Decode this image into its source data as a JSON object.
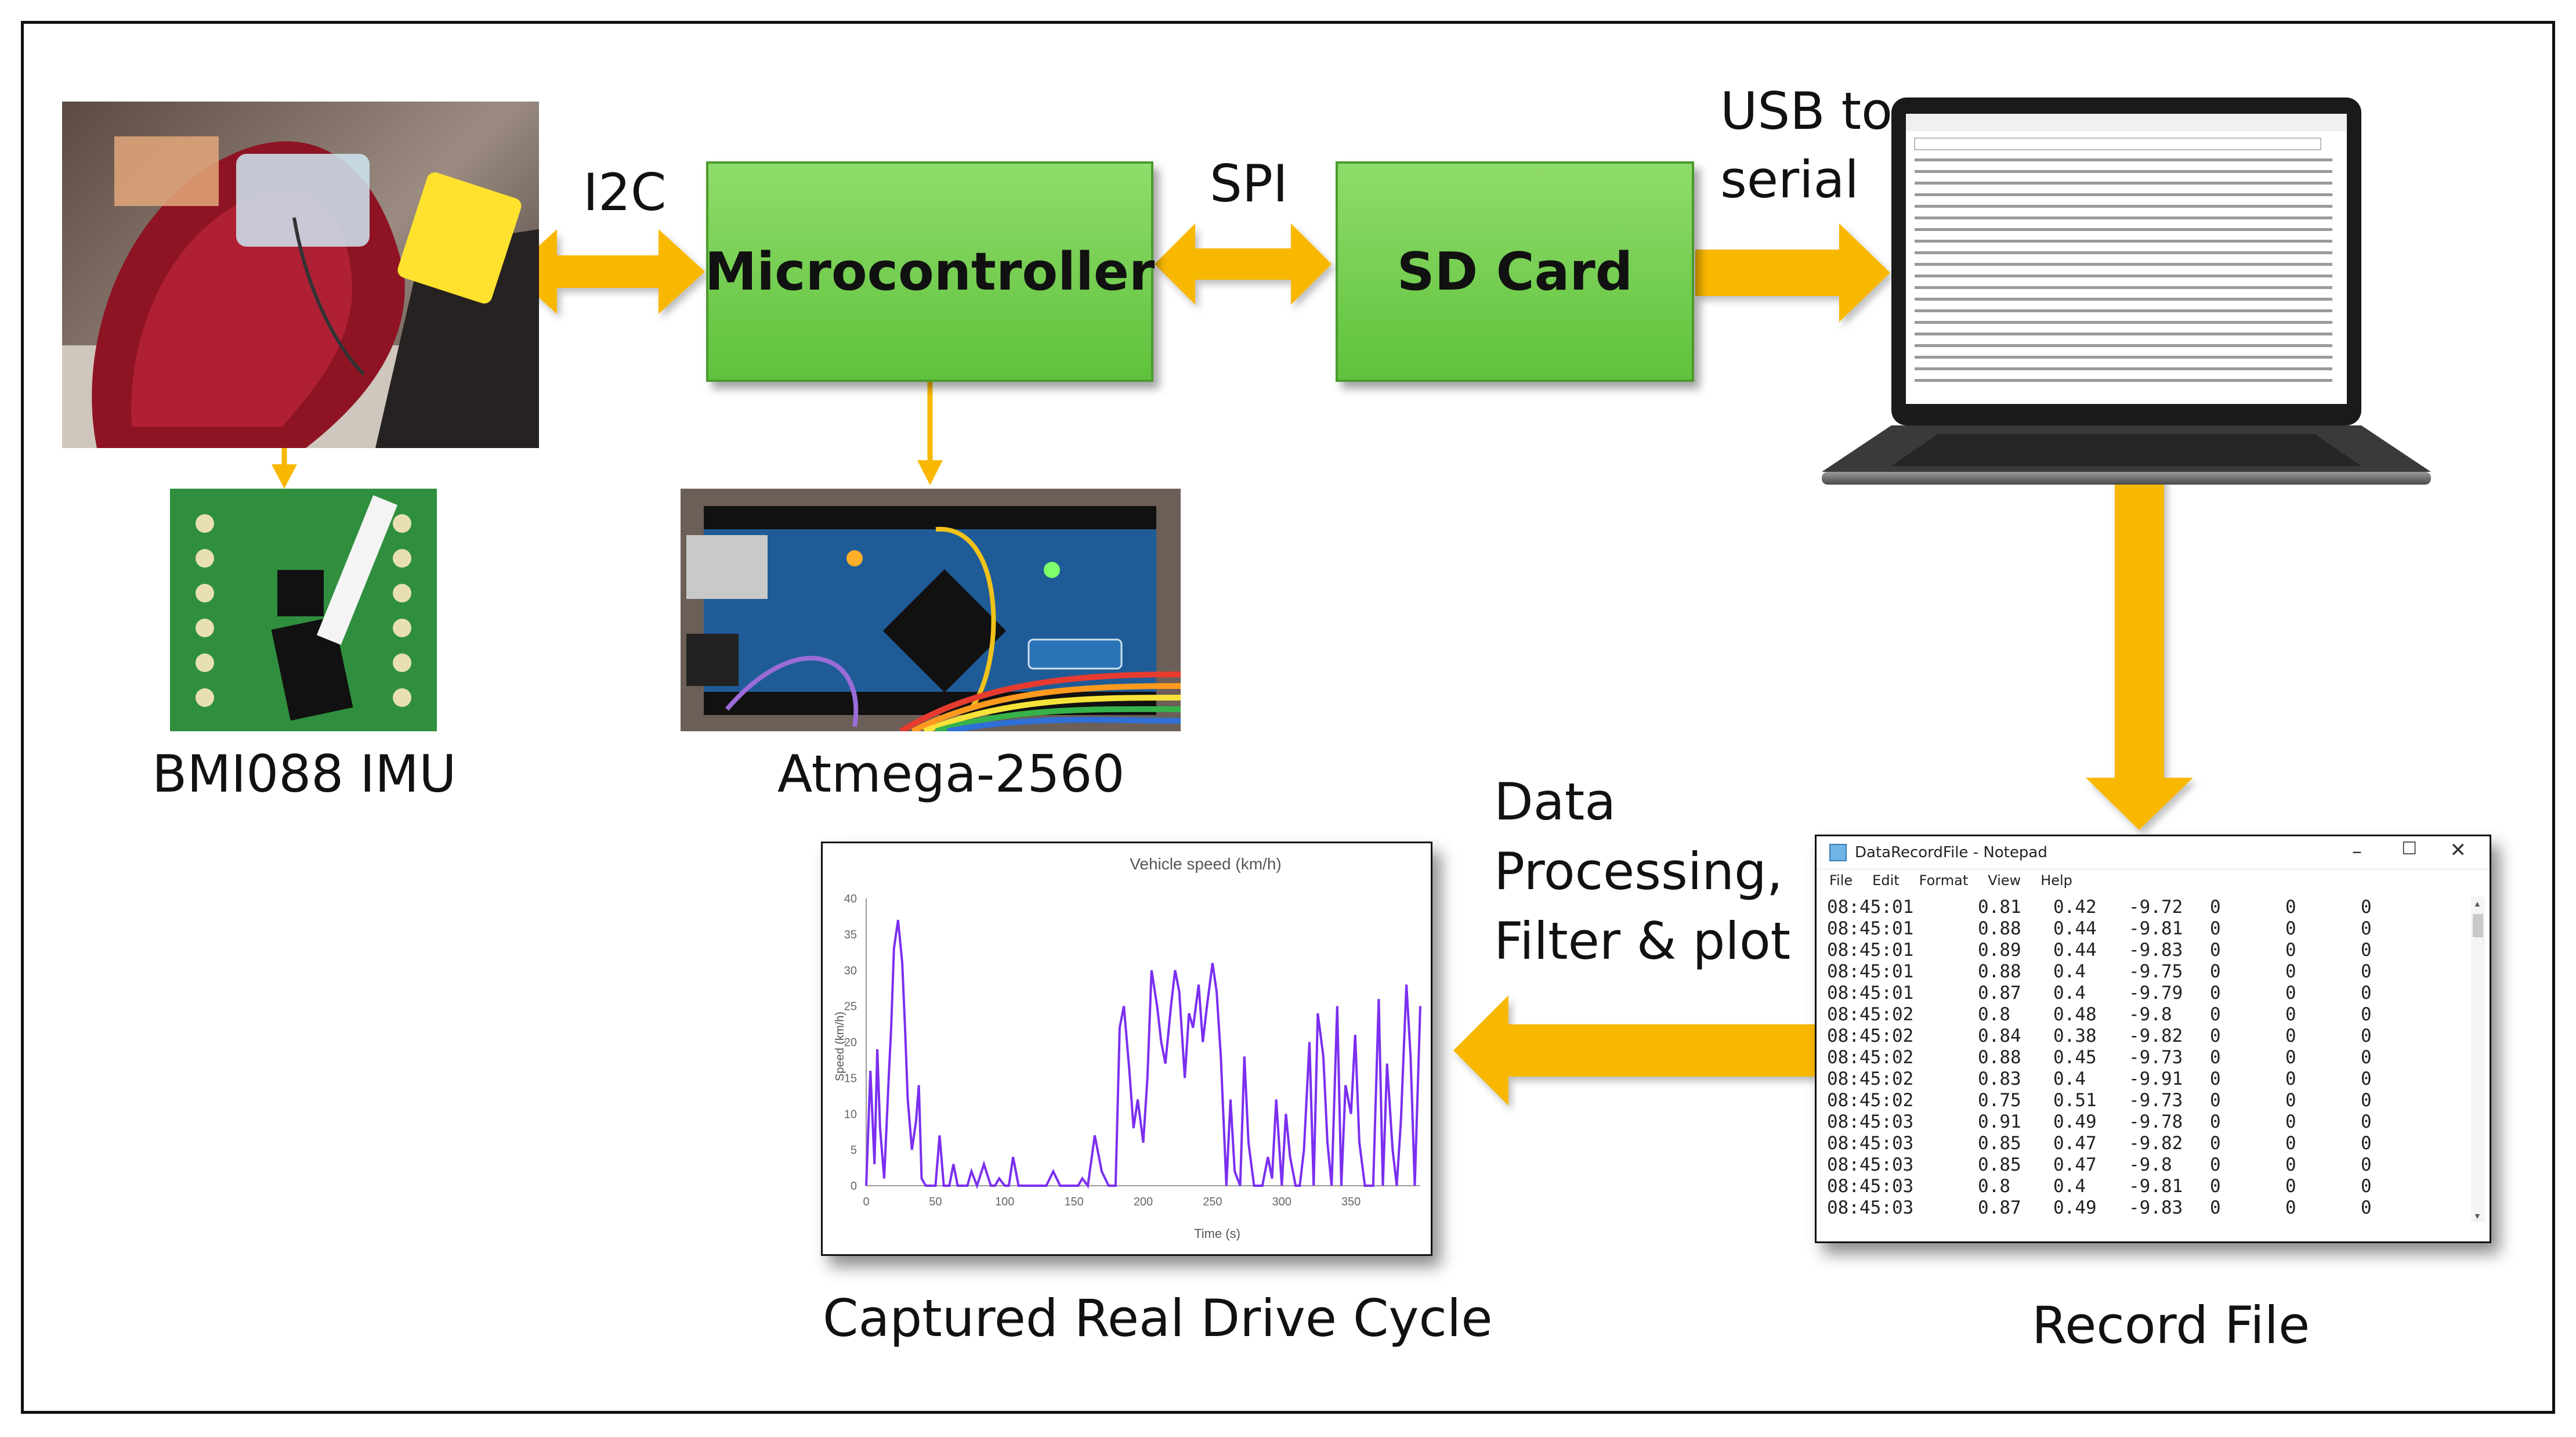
{
  "labels": {
    "i2c": "I2C",
    "spi": "SPI",
    "usb_serial_line1": "USB to",
    "usb_serial_line2": "serial",
    "imu": "BMI088 IMU",
    "atmega": "Atmega-2560",
    "processing_line1": "Data",
    "processing_line2": "Processing,",
    "processing_line3": "Filter & plot",
    "drive_cycle": "Captured Real Drive Cycle",
    "record_file": "Record File"
  },
  "boxes": {
    "microcontroller": "Microcontroller",
    "sd_card": "SD Card"
  },
  "colors": {
    "arrow": "#f9b800",
    "box_green": "#6ccf47",
    "plot_line": "#7b2ff0"
  },
  "notepad": {
    "title": "DataRecordFile - Notepad",
    "menu": [
      "File",
      "Edit",
      "Format",
      "View",
      "Help"
    ],
    "rows": [
      [
        "08:45:01",
        "0.81",
        "0.42",
        "-9.72",
        "0",
        "0",
        "0"
      ],
      [
        "08:45:01",
        "0.88",
        "0.44",
        "-9.81",
        "0",
        "0",
        "0"
      ],
      [
        "08:45:01",
        "0.89",
        "0.44",
        "-9.83",
        "0",
        "0",
        "0"
      ],
      [
        "08:45:01",
        "0.88",
        "0.4",
        "-9.75",
        "0",
        "0",
        "0"
      ],
      [
        "08:45:01",
        "0.87",
        "0.4",
        "-9.79",
        "0",
        "0",
        "0"
      ],
      [
        "08:45:02",
        "0.8",
        "0.48",
        "-9.8",
        "0",
        "0",
        "0"
      ],
      [
        "08:45:02",
        "0.84",
        "0.38",
        "-9.82",
        "0",
        "0",
        "0"
      ],
      [
        "08:45:02",
        "0.88",
        "0.45",
        "-9.73",
        "0",
        "0",
        "0"
      ],
      [
        "08:45:02",
        "0.83",
        "0.4",
        "-9.91",
        "0",
        "0",
        "0"
      ],
      [
        "08:45:02",
        "0.75",
        "0.51",
        "-9.73",
        "0",
        "0",
        "0"
      ],
      [
        "08:45:03",
        "0.91",
        "0.49",
        "-9.78",
        "0",
        "0",
        "0"
      ],
      [
        "08:45:03",
        "0.85",
        "0.47",
        "-9.82",
        "0",
        "0",
        "0"
      ],
      [
        "08:45:03",
        "0.85",
        "0.47",
        "-9.8",
        "0",
        "0",
        "0"
      ],
      [
        "08:45:03",
        "0.8",
        "0.4",
        "-9.81",
        "0",
        "0",
        "0"
      ],
      [
        "08:45:03",
        "0.87",
        "0.49",
        "-9.83",
        "0",
        "0",
        "0"
      ]
    ]
  },
  "chart_data": {
    "type": "line",
    "title": "Vehicle speed (km/h)",
    "xlabel": "Time (s)",
    "ylabel": "Speed (km/h)",
    "xlim": [
      0,
      400
    ],
    "ylim": [
      0,
      40
    ],
    "xticks": [
      0,
      50,
      100,
      150,
      200,
      250,
      300,
      350
    ],
    "yticks": [
      0,
      5,
      10,
      15,
      20,
      25,
      30,
      35,
      40
    ],
    "series": [
      {
        "x": [
          0,
          3,
          6,
          8,
          10,
          13,
          16,
          18,
          20,
          23,
          26,
          28,
          30,
          33,
          36,
          38,
          40,
          43,
          46,
          50,
          53,
          56,
          58,
          60,
          63,
          66,
          70,
          73,
          76,
          80,
          85,
          90,
          93,
          96,
          100,
          103,
          106,
          110,
          113,
          116,
          120,
          125,
          130,
          135,
          140,
          145,
          150,
          153,
          156,
          160,
          165,
          170,
          175,
          180,
          183,
          186,
          190,
          193,
          196,
          200,
          203,
          206,
          210,
          213,
          216,
          220,
          223,
          226,
          230,
          233,
          236,
          240,
          243,
          246,
          250,
          253,
          256,
          260,
          263,
          266,
          270,
          273,
          276,
          280,
          283,
          286,
          290,
          293,
          296,
          300,
          303,
          306,
          310,
          313,
          316,
          320,
          323,
          326,
          330,
          333,
          336,
          340,
          343,
          346,
          350,
          353,
          356,
          360,
          363,
          366,
          370,
          373,
          376,
          380,
          383,
          386,
          390,
          393,
          396,
          400
        ],
        "y": [
          0,
          16,
          3,
          19,
          8,
          1,
          14,
          22,
          33,
          37,
          31,
          22,
          12,
          5,
          9,
          14,
          1,
          0,
          0,
          0,
          7,
          0,
          0,
          0,
          3,
          0,
          0,
          0,
          2,
          0,
          3,
          0,
          0,
          1,
          0,
          0,
          4,
          0,
          0,
          0,
          0,
          0,
          0,
          2,
          0,
          0,
          0,
          0,
          1,
          0,
          7,
          2,
          0,
          0,
          22,
          25,
          16,
          8,
          12,
          6,
          15,
          30,
          25,
          20,
          17,
          25,
          30,
          27,
          15,
          24,
          22,
          28,
          20,
          25,
          31,
          27,
          18,
          0,
          12,
          2,
          0,
          18,
          6,
          0,
          0,
          0,
          4,
          1,
          12,
          0,
          10,
          4,
          0,
          0,
          5,
          20,
          0,
          24,
          18,
          6,
          0,
          25,
          0,
          14,
          10,
          21,
          6,
          0,
          0,
          0,
          26,
          0,
          17,
          5,
          0,
          9,
          28,
          18,
          0,
          25
        ]
      }
    ]
  }
}
